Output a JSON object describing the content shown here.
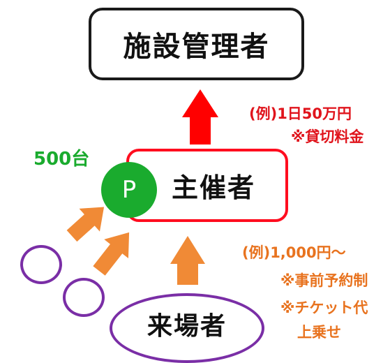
{
  "manager": {
    "label": "施設管理者"
  },
  "organizer": {
    "label": "主催者",
    "parking_icon": "P",
    "parking_count": "500台"
  },
  "fee": {
    "line1": "(例)1日50万円",
    "line2": "※貸切料金"
  },
  "visitor": {
    "label": "来場者",
    "fee_line1": "(例)1,000円～",
    "fee_line2": "※事前予約制",
    "fee_line3": "※チケット代",
    "fee_line4": "上乗せ"
  },
  "colors": {
    "manager_border": "#1a1a1a",
    "organizer_border": "#ff0d1f",
    "red_arrow": "#ff0000",
    "orange_arrow": "#f08a36",
    "parking_green": "#1aab2e",
    "visitor_purple": "#7a2ea6",
    "red_text": "#e0141c",
    "orange_text": "#e8731f"
  }
}
